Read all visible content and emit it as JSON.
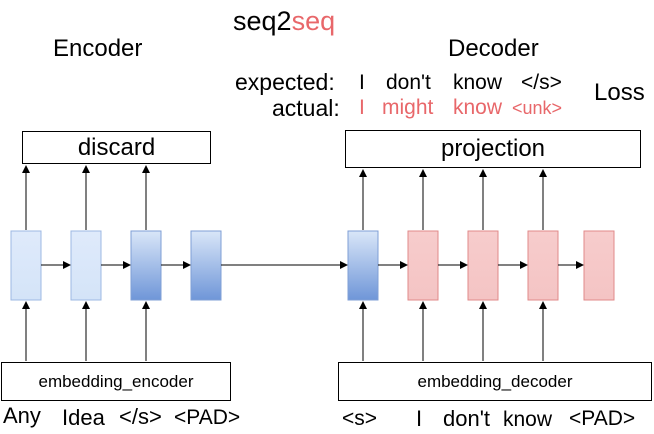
{
  "title": {
    "prefix": "seq2",
    "suffix": "seq"
  },
  "encoder": {
    "heading": "Encoder",
    "discard_label": "discard",
    "embedding_label": "embedding_encoder",
    "inputs": [
      "Any",
      "Idea",
      "</s>",
      "<PAD>"
    ]
  },
  "decoder": {
    "heading": "Decoder",
    "projection_label": "projection",
    "embedding_label": "embedding_decoder",
    "inputs": [
      "<s>",
      "I",
      "don't",
      "know",
      "<PAD>"
    ],
    "expected_label": "expected:",
    "actual_label": "actual:",
    "expected_tokens": [
      "I",
      "don't",
      "know",
      "</s>"
    ],
    "actual_tokens": [
      "I",
      "might",
      "know",
      "<unk>"
    ],
    "loss_label": "Loss"
  },
  "colors": {
    "accent_red": "#e8676a",
    "enc_cell_light": "#dbe8f8",
    "enc_cell_dark": "#7ea1dc",
    "dec_cell": "#f6c9c9",
    "dec_cell_border": "#e08a8a"
  }
}
